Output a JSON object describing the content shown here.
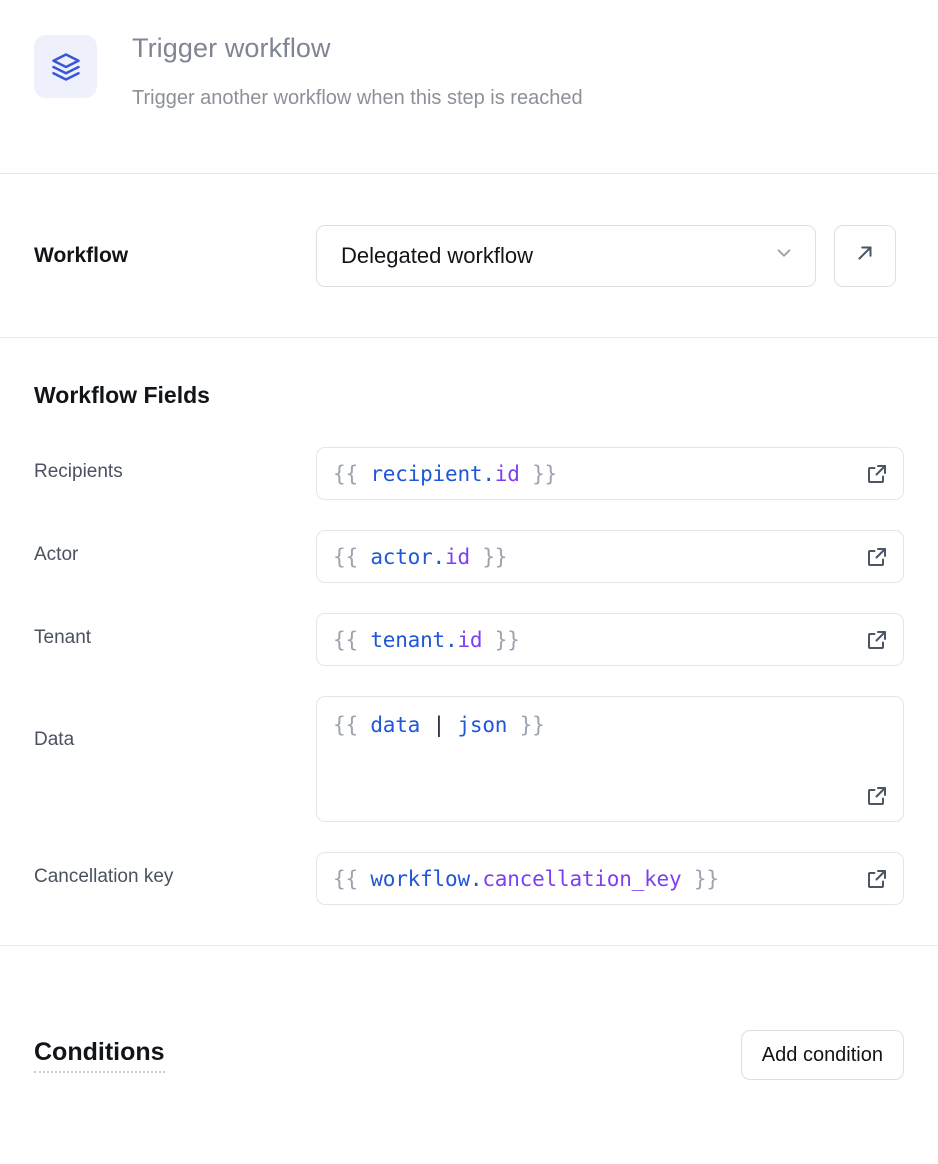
{
  "header": {
    "icon": "layers-stack-icon",
    "icon_color": "#3757d4",
    "icon_bg": "#eef1fb",
    "title": "Trigger workflow",
    "subtitle": "Trigger another workflow when this step is reached"
  },
  "workflow_section": {
    "label": "Workflow",
    "select": {
      "value": "Delegated workflow",
      "chevron_icon": "chevron-down-icon"
    },
    "open_button_icon": "arrow-up-right-icon"
  },
  "fields_section": {
    "heading": "Workflow Fields",
    "expand_icon": "external-link-icon",
    "fields": [
      {
        "label": "Recipients",
        "multiline": false,
        "tokens": [
          {
            "text": "{{ ",
            "kind": "brace"
          },
          {
            "text": "recipient.",
            "kind": "blue"
          },
          {
            "text": "id",
            "kind": "purple"
          },
          {
            "text": " }}",
            "kind": "brace"
          }
        ]
      },
      {
        "label": "Actor",
        "multiline": false,
        "tokens": [
          {
            "text": "{{ ",
            "kind": "brace"
          },
          {
            "text": "actor.",
            "kind": "blue"
          },
          {
            "text": "id",
            "kind": "purple"
          },
          {
            "text": " }}",
            "kind": "brace"
          }
        ]
      },
      {
        "label": "Tenant",
        "multiline": false,
        "tokens": [
          {
            "text": "{{ ",
            "kind": "brace"
          },
          {
            "text": "tenant.",
            "kind": "blue"
          },
          {
            "text": "id",
            "kind": "purple"
          },
          {
            "text": " }}",
            "kind": "brace"
          }
        ]
      },
      {
        "label": "Data",
        "multiline": true,
        "tokens": [
          {
            "text": "{{ ",
            "kind": "brace"
          },
          {
            "text": "data",
            "kind": "blue"
          },
          {
            "text": " | ",
            "kind": "dark"
          },
          {
            "text": "json",
            "kind": "blue"
          },
          {
            "text": " }}",
            "kind": "brace"
          }
        ]
      },
      {
        "label": "Cancellation key",
        "multiline": false,
        "tokens": [
          {
            "text": "{{ ",
            "kind": "brace"
          },
          {
            "text": "workflow.",
            "kind": "blue"
          },
          {
            "text": "cancellation_key",
            "kind": "purple"
          },
          {
            "text": " }}",
            "kind": "brace"
          }
        ]
      }
    ]
  },
  "conditions_section": {
    "title": "Conditions",
    "add_button_label": "Add condition"
  },
  "colors": {
    "accent_blue": "#1f57d8",
    "accent_purple": "#7e3ff2",
    "brace_gray": "#9ca3af",
    "border": "#e3e5e9",
    "divider": "#e7e8ea"
  }
}
